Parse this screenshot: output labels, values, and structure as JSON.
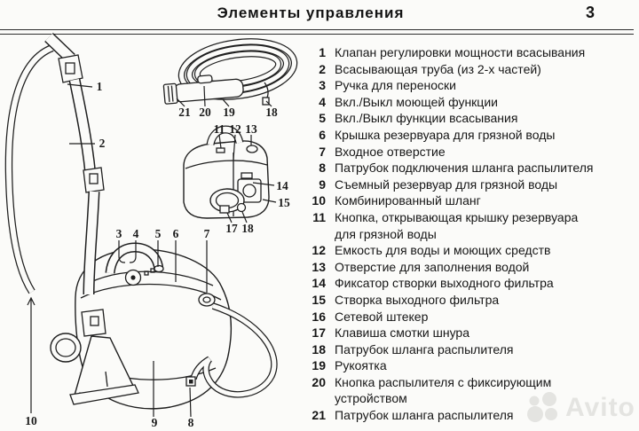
{
  "page": {
    "title": "Элементы управления",
    "page_number": "3"
  },
  "parts_list": {
    "items": [
      {
        "num": "1",
        "label": "Клапан регулировки мощности всасывания"
      },
      {
        "num": "2",
        "label": "Всасывающая труба (из 2-х частей)"
      },
      {
        "num": "3",
        "label": "Ручка для переноски"
      },
      {
        "num": "4",
        "label": "Вкл./Выкл моющей функции"
      },
      {
        "num": "5",
        "label": "Вкл./Выкл функции всасывания"
      },
      {
        "num": "6",
        "label": "Крышка резервуара для грязной воды"
      },
      {
        "num": "7",
        "label": "Входное отверстие"
      },
      {
        "num": "8",
        "label": "Патрубок подключения шланга распылителя"
      },
      {
        "num": "9",
        "label": "Съемный резервуар для грязной воды"
      },
      {
        "num": "10",
        "label": "Комбинированный шланг"
      },
      {
        "num": "11",
        "label": "Кнопка, открывающая крышку резервуара",
        "label2": "для грязной воды"
      },
      {
        "num": "12",
        "label": "Емкость для воды и моющих средств"
      },
      {
        "num": "13",
        "label": "Отверстие для заполнения водой"
      },
      {
        "num": "14",
        "label": "Фиксатор створки выходного фильтра"
      },
      {
        "num": "15",
        "label": "Створка выходного фильтра"
      },
      {
        "num": "16",
        "label": "Сетевой штекер"
      },
      {
        "num": "17",
        "label": "Клавиша смотки шнура"
      },
      {
        "num": "18",
        "label": "Патрубок шланга распылителя"
      },
      {
        "num": "19",
        "label": "Рукоятка"
      },
      {
        "num": "20",
        "label": "Кнопка распылителя с фиксирующим",
        "label2": "устройством"
      },
      {
        "num": "21",
        "label": "Патрубок шланга распылителя"
      }
    ]
  },
  "figure": {
    "callouts": [
      "1",
      "2",
      "10",
      "21",
      "20",
      "19",
      "18",
      "11",
      "12",
      "13",
      "14",
      "15",
      "17",
      "18",
      "3",
      "4",
      "5",
      "6",
      "7",
      "9",
      "8"
    ]
  },
  "watermark": {
    "text": "Avito"
  },
  "colors": {
    "ink": "#1f1f1f",
    "paper": "#fbfbf9",
    "watermark": "#e4e4e1"
  }
}
